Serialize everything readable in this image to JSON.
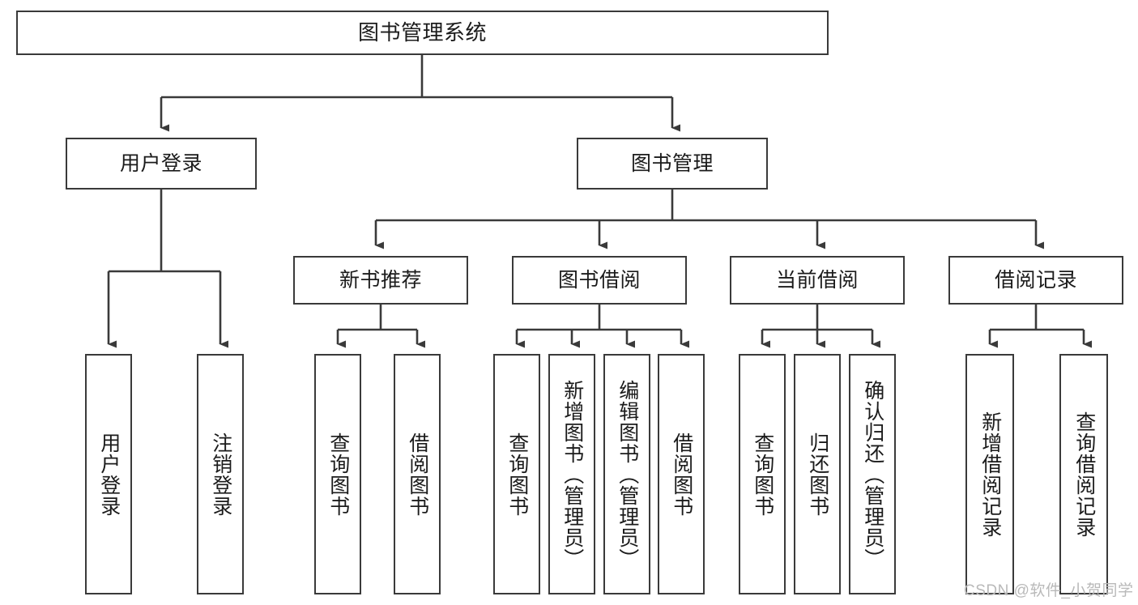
{
  "diagram": {
    "title": "图书管理系统",
    "type": "tree-hierarchy-diagram",
    "colors": {
      "box_border": "#3a3a3a",
      "box_fill": "#ffffff",
      "connector": "#3a3a3a",
      "text": "#1b1b1b",
      "watermark": "#b9b9b9",
      "background": "#ffffff"
    },
    "root": {
      "label": "图书管理系统"
    },
    "level2": [
      {
        "label": "用户登录"
      },
      {
        "label": "图书管理"
      }
    ],
    "level3": [
      {
        "label": "新书推荐"
      },
      {
        "label": "图书借阅"
      },
      {
        "label": "当前借阅"
      },
      {
        "label": "借阅记录"
      }
    ],
    "leaves": {
      "user_login": [
        {
          "label": "用户登录"
        },
        {
          "label": "注销登录"
        }
      ],
      "new_book_recommend": [
        {
          "label": "查询图书"
        },
        {
          "label": "借阅图书"
        }
      ],
      "book_borrow": [
        {
          "label": "查询图书"
        },
        {
          "label": "新增图书（管理员）"
        },
        {
          "label": "编辑图书（管理员）"
        },
        {
          "label": "借阅图书"
        }
      ],
      "current_borrow": [
        {
          "label": "查询图书"
        },
        {
          "label": "归还图书"
        },
        {
          "label": "确认归还（管理员）"
        }
      ],
      "borrow_record": [
        {
          "label": "新增借阅记录"
        },
        {
          "label": "查询借阅记录"
        }
      ]
    },
    "watermark": "CSDN @软件_小贺同学"
  }
}
